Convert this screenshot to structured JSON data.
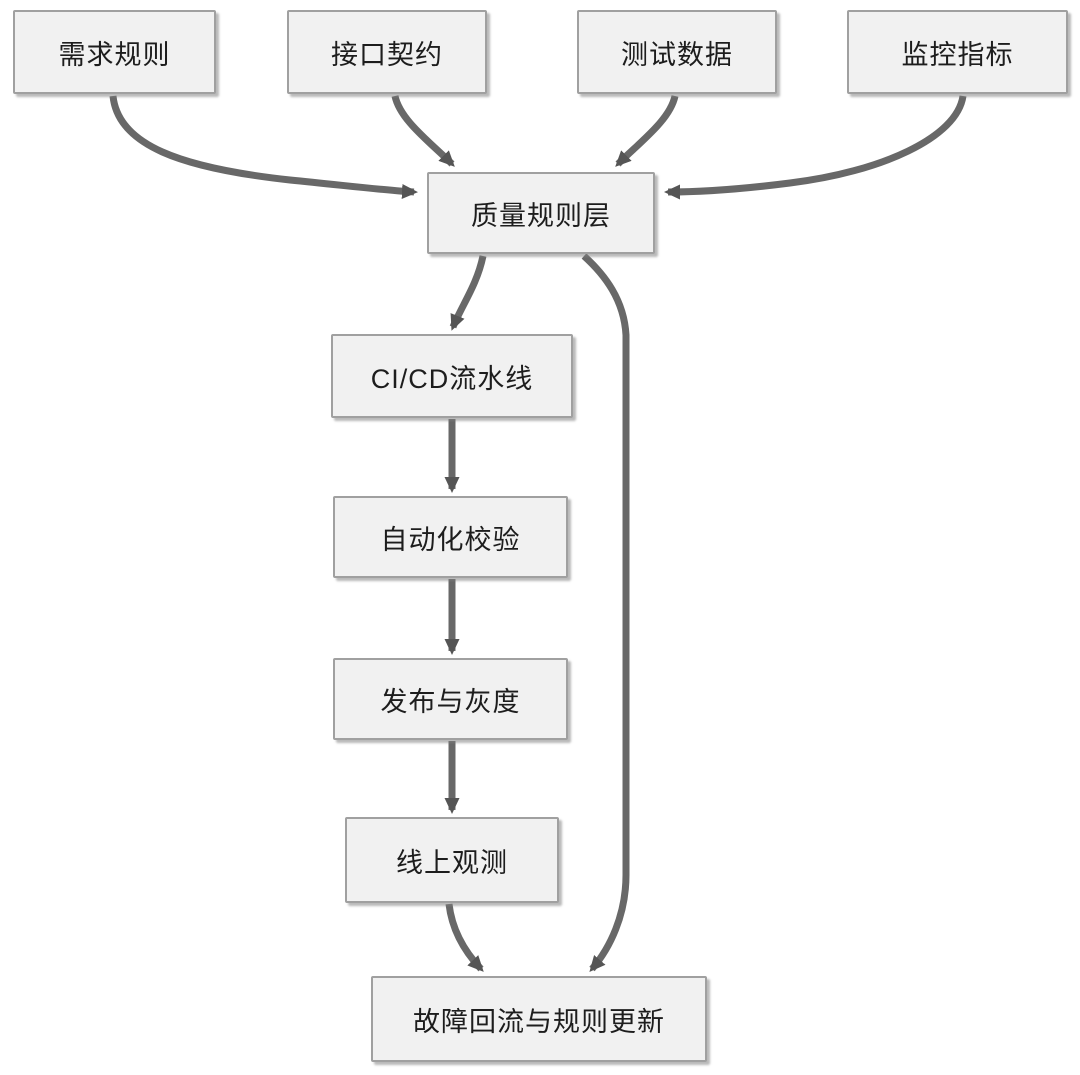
{
  "nodes": {
    "requirement_rules": {
      "label": "需求规则"
    },
    "interface_contract": {
      "label": "接口契约"
    },
    "test_data": {
      "label": "测试数据"
    },
    "monitoring_metrics": {
      "label": "监控指标"
    },
    "quality_rules_layer": {
      "label": "质量规则层"
    },
    "cicd_pipeline": {
      "label": "CI/CD流水线"
    },
    "automated_validation": {
      "label": "自动化校验"
    },
    "release_and_canary": {
      "label": "发布与灰度"
    },
    "online_observation": {
      "label": "线上观测"
    },
    "fault_feedback_rule_update": {
      "label": "故障回流与规则更新"
    }
  },
  "edges": [
    {
      "from": "需求规则",
      "to": "质量规则层"
    },
    {
      "from": "接口契约",
      "to": "质量规则层"
    },
    {
      "from": "测试数据",
      "to": "质量规则层"
    },
    {
      "from": "监控指标",
      "to": "质量规则层"
    },
    {
      "from": "质量规则层",
      "to": "CI/CD流水线"
    },
    {
      "from": "CI/CD流水线",
      "to": "自动化校验"
    },
    {
      "from": "自动化校验",
      "to": "发布与灰度"
    },
    {
      "from": "发布与灰度",
      "to": "线上观测"
    },
    {
      "from": "线上观测",
      "to": "故障回流与规则更新"
    },
    {
      "from": "质量规则层",
      "to": "故障回流与规则更新"
    }
  ],
  "colors": {
    "background": "#ffffff",
    "node_fill": "#f1f1f1",
    "node_border": "#a0a0a0",
    "text": "#1d1d1d",
    "edge": "#686868",
    "arrowhead": "#555555"
  }
}
